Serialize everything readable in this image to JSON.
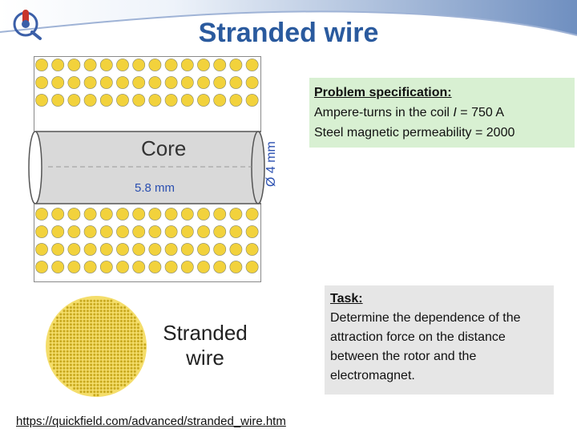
{
  "header": {
    "title": "Stranded wire"
  },
  "figure": {
    "core_label": "Core",
    "core_length": "5.8 mm",
    "core_diameter": "Ø 4 mm",
    "stranded_label_line1": "Stranded",
    "stranded_label_line2": "wire"
  },
  "spec": {
    "heading": "Problem specification:",
    "line1_prefix": "Ampere-turns in the coil ",
    "line1_var": "I",
    "line1_suffix": " = 750 A",
    "line2": "Steel magnetic permeability = 2000"
  },
  "task": {
    "heading": "Task:",
    "body": "Determine the dependence of the attraction force on the distance between the rotor and the electromagnet."
  },
  "footer": {
    "url": "https://quickfield.com/advanced/stranded_wire.htm"
  },
  "colors": {
    "title": "#2a5a9e",
    "wire_dot": "#f2d23c",
    "spec_bg": "#d8f0d2",
    "task_bg": "#e6e6e6",
    "dimension": "#2a4fb0"
  }
}
